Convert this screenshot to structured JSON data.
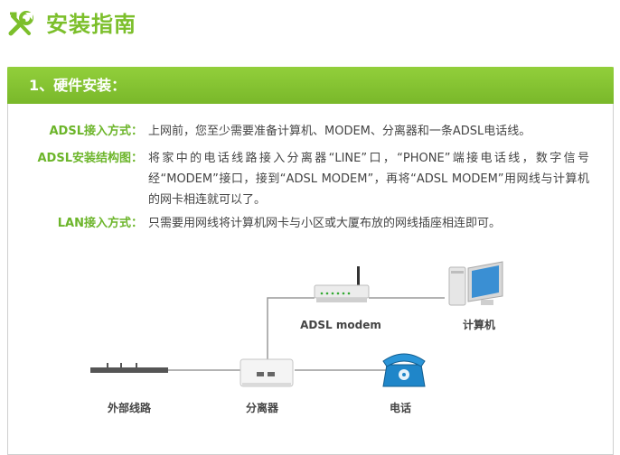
{
  "page": {
    "title": "安装指南",
    "icon": "tools-icon",
    "accent": "#7cbf2b"
  },
  "section": {
    "title": "1、硬件安装："
  },
  "instructions": [
    {
      "label": "ADSL接入方式：",
      "text": "上网前，您至少需要准备计算机、MODEM、分离器和一条ADSL电话线。"
    },
    {
      "label": "ADSL安装结构图：",
      "text": "将家中的电话线路接入分离器“LINE”口，“PHONE”端接电话线，数字信号经“MODEM”接口，接到“ADSL MODEM”，再将“ADSL MODEM”用网线与计算机的网卡相连就可以了。"
    },
    {
      "label": "LAN接入方式：",
      "text": "只需要用网线将计算机网卡与小区或大厦布放的网线插座相连即可。"
    }
  ],
  "diagram": {
    "modem_label": "ADSL modem",
    "computer_label": "计算机",
    "line_label": "外部线路",
    "splitter_label": "分离器",
    "phone_label": "电话"
  }
}
